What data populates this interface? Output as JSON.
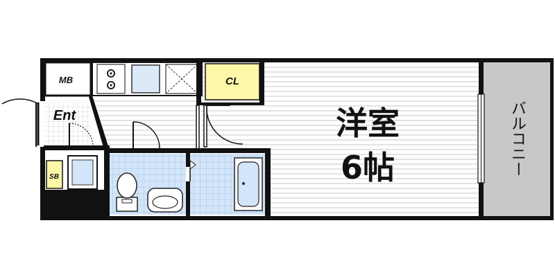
{
  "floorplan": {
    "rooms": {
      "main_room_name": "洋室",
      "main_room_size": "6帖",
      "balcony": "バルコニー",
      "closet": "CL",
      "meter_box": "MB",
      "entrance": "Ent",
      "shoe_box": "SB"
    },
    "colors": {
      "wall": "#111111",
      "balcony_fill": "#c8c8c8",
      "closet_fill": "#fff7a8",
      "wet_area_fill": "#d6e6f7",
      "floor_line": "#bcbcbc"
    }
  }
}
